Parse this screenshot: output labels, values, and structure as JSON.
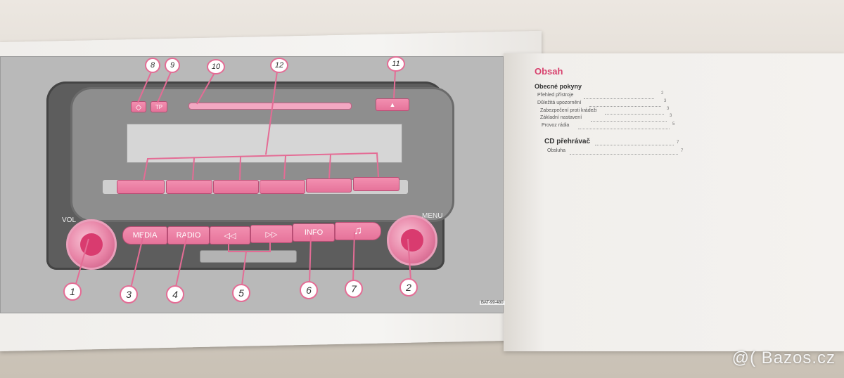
{
  "radio": {
    "vol_label": "VOL",
    "menu_label": "MENU",
    "buttons": {
      "media": "MEDIA",
      "radio": "RADIO",
      "rewind": "◁◁",
      "forward": "▷▷",
      "info": "INFO",
      "note": "♫",
      "eject": "▲",
      "btn8": "◇",
      "btn9": "TP"
    },
    "callouts": [
      "1",
      "2",
      "3",
      "4",
      "5",
      "6",
      "7",
      "8",
      "9",
      "10",
      "11",
      "12"
    ],
    "figure_code": "BAT-99-480"
  },
  "toc": {
    "title": "Obsah",
    "section1": {
      "heading": "Obecné pokyny",
      "items": [
        {
          "label": "Přehled přístroje",
          "page": "2"
        },
        {
          "label": "Důležitá upozornění",
          "page": "3"
        },
        {
          "label": "Zabezpečení proti krádeži",
          "page": "3"
        },
        {
          "label": "Základní nastavení",
          "page": "3"
        },
        {
          "label": "Provoz rádia",
          "page": "5"
        }
      ]
    },
    "section2": {
      "heading": "CD přehrávač",
      "items": [
        {
          "label": "Obsluha",
          "page": "7"
        }
      ]
    }
  },
  "watermark": "@( Bazos.cz"
}
